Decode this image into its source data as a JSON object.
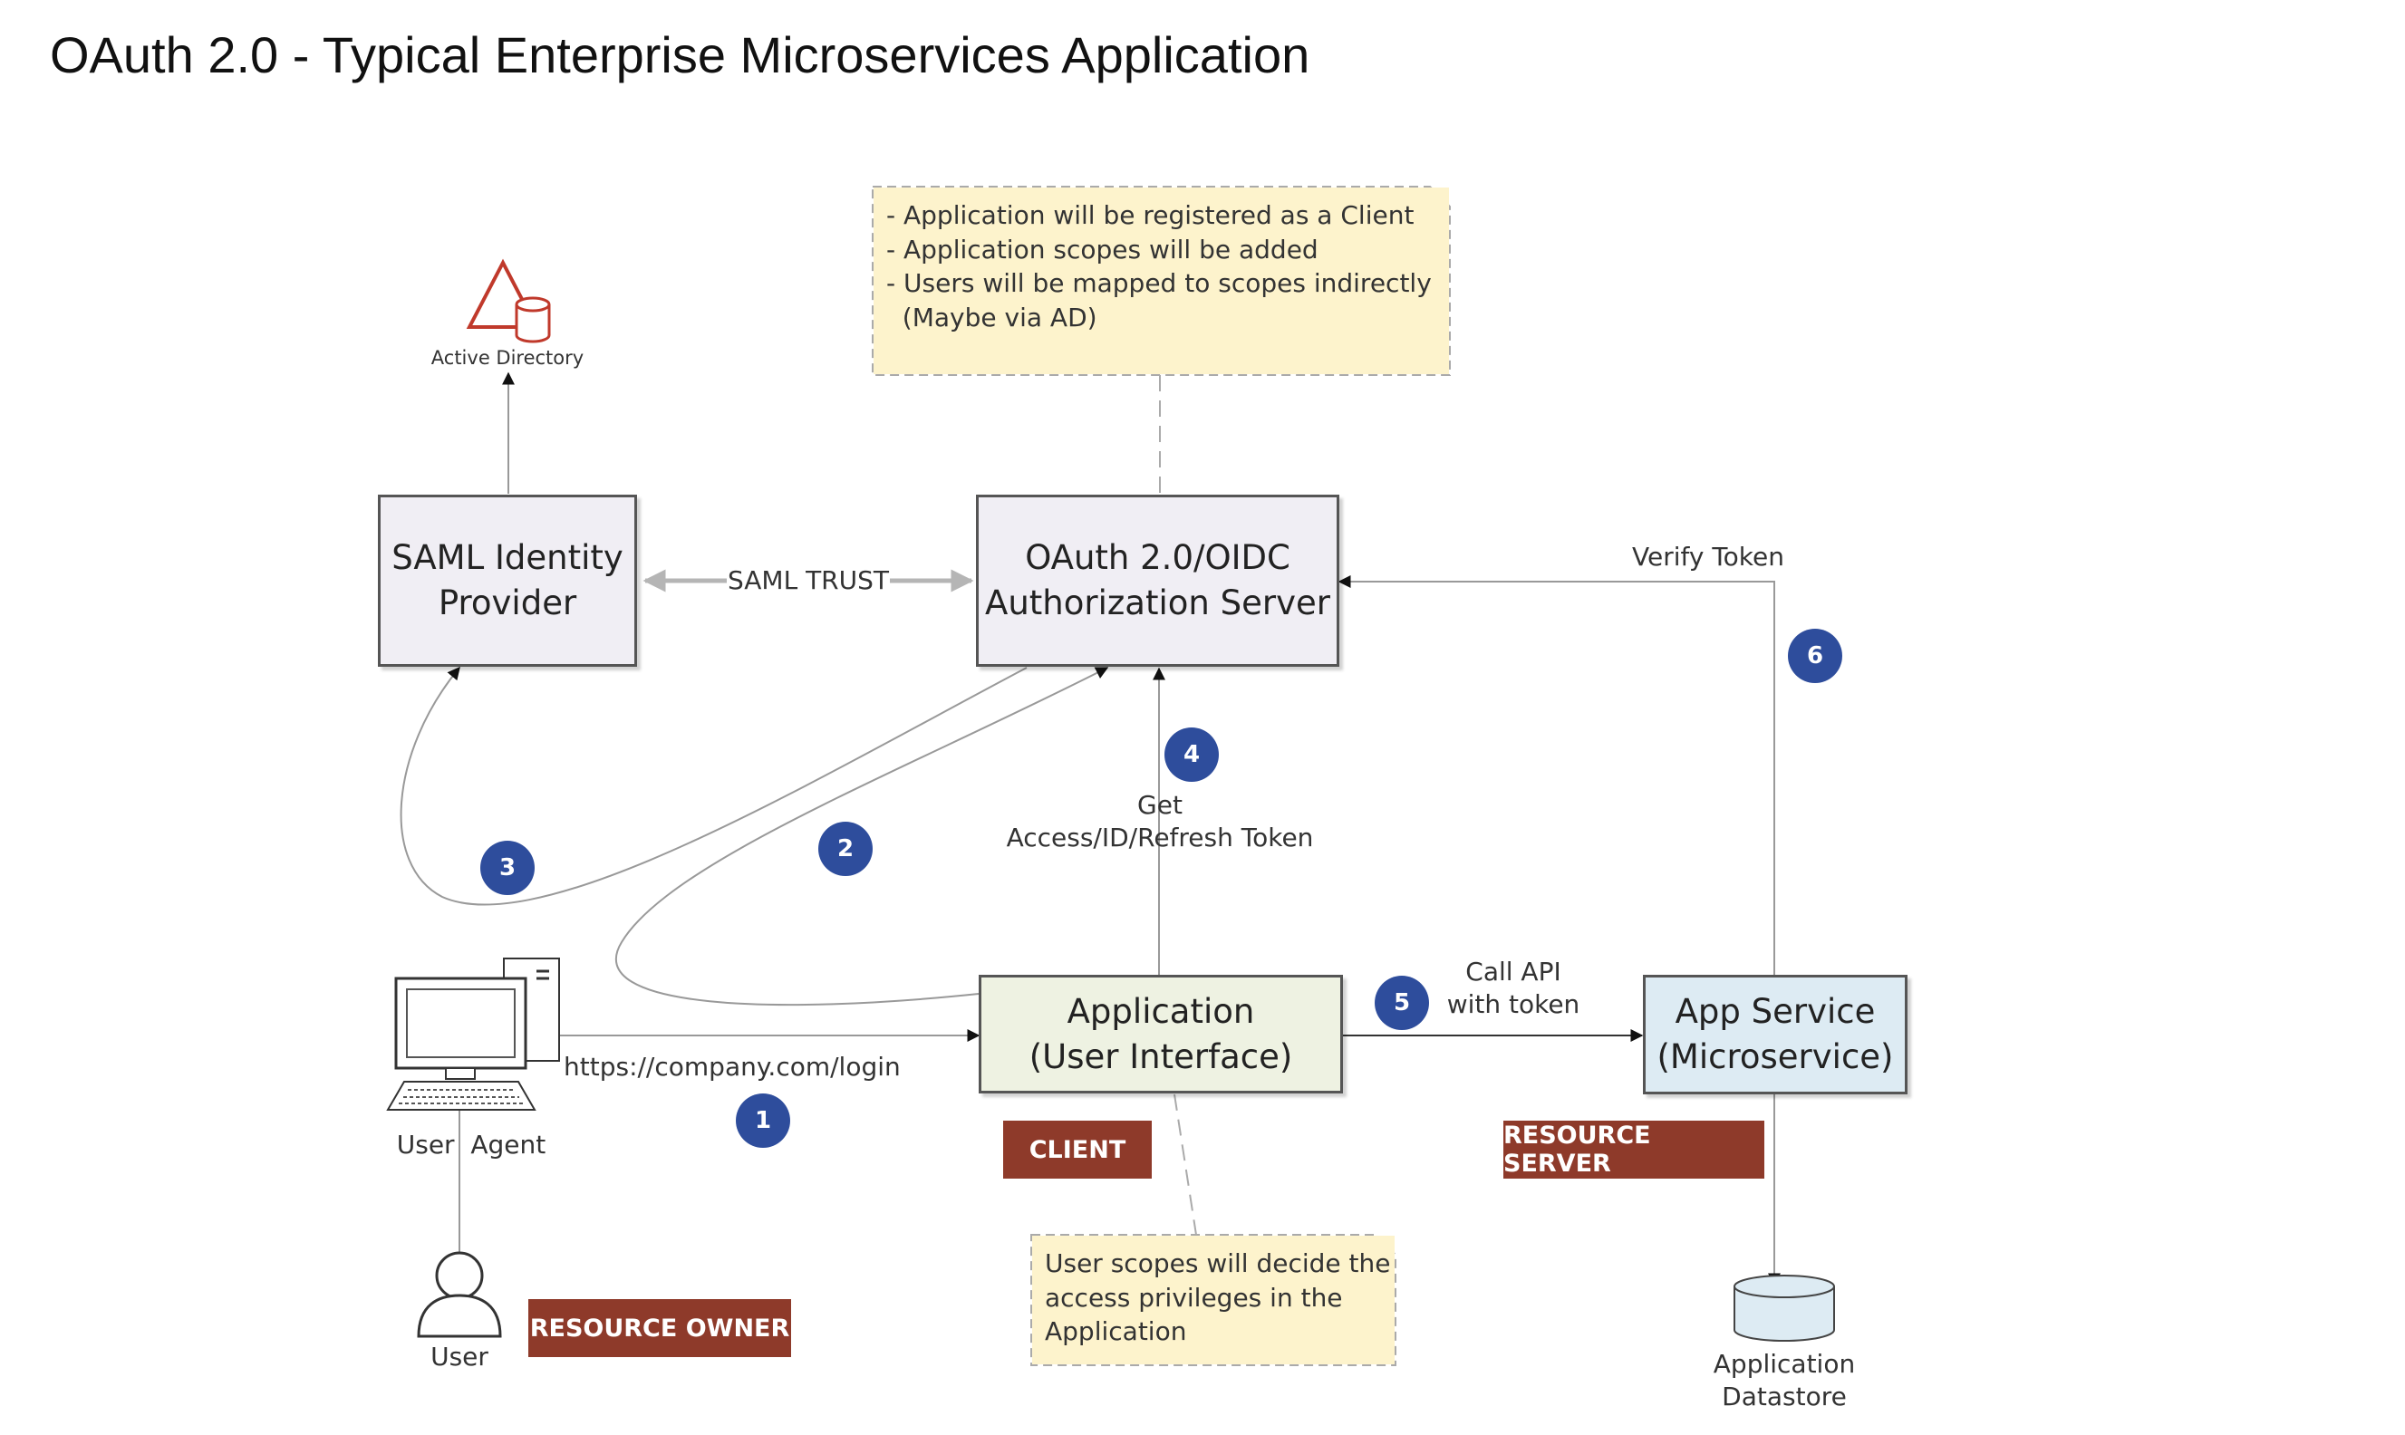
{
  "title": "OAuth 2.0 - Typical Enterprise Microservices Application",
  "nodes": {
    "saml_idp": {
      "line1": "SAML Identity",
      "line2": "Provider"
    },
    "auth_server": {
      "line1": "OAuth 2.0/OIDC",
      "line2": "Authorization Server"
    },
    "application": {
      "line1": "Application",
      "line2": "(User Interface)"
    },
    "app_service": {
      "line1": "App Service",
      "line2": "(Microservice)"
    },
    "active_directory": "Active Directory",
    "user_agent": "User  Agent",
    "user": "User",
    "datastore": {
      "line1": "Application",
      "line2": "Datastore"
    }
  },
  "notes": {
    "client_registration": [
      "- Application will be registered as a Client",
      "- Application scopes will be added",
      "- Users will be mapped to scopes indirectly",
      "  (Maybe via AD)"
    ],
    "user_scopes": [
      "User scopes will decide the",
      "access privileges in the",
      "Application"
    ]
  },
  "edge_labels": {
    "saml_trust": "SAML TRUST",
    "verify_token": "Verify Token",
    "get_token": {
      "line1": "Get",
      "line2": "Access/ID/Refresh Token"
    },
    "call_api": {
      "line1": "Call API",
      "line2": "with token"
    },
    "login_url": "https://company.com/login"
  },
  "roles": {
    "client": "CLIENT",
    "resource_server": "RESOURCE SERVER",
    "resource_owner": "RESOURCE OWNER"
  },
  "steps": [
    "1",
    "2",
    "3",
    "4",
    "5",
    "6"
  ],
  "colors": {
    "step_badge": "#2e4d9c",
    "role_tag": "#8e3a2a",
    "note_fill": "#fdf3cc",
    "server_fill": "#f0eef4",
    "client_fill": "#eef2e2",
    "service_fill": "#ddebf3",
    "ad_icon": "#c0392b"
  },
  "icons": [
    "active-directory-icon",
    "computer-icon",
    "user-icon",
    "database-icon"
  ]
}
